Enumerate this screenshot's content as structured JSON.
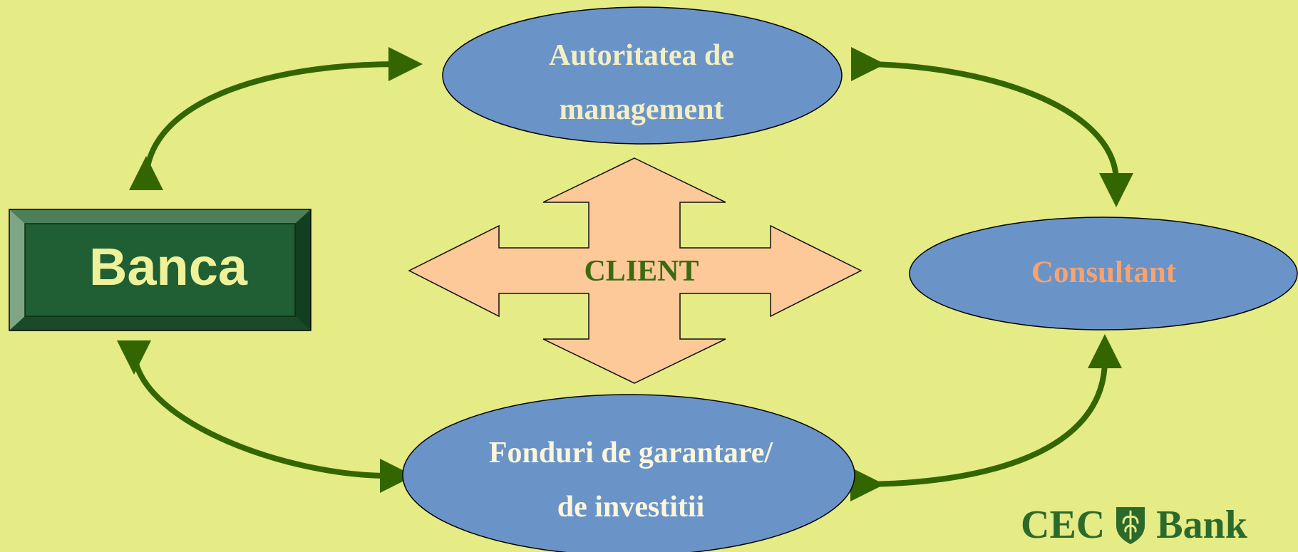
{
  "diagram": {
    "nodes": {
      "authority": {
        "lines": [
          "Autoritatea de",
          "management"
        ]
      },
      "consultant": {
        "label": "Consultant"
      },
      "funds": {
        "lines": [
          "Fonduri de garantare/",
          "de investitii"
        ]
      },
      "bank": {
        "label": "Banca"
      },
      "client": {
        "label": "CLIENT"
      }
    },
    "edges": [
      {
        "from": "bank",
        "to": "authority",
        "type": "bidirectional"
      },
      {
        "from": "authority",
        "to": "consultant",
        "type": "bidirectional"
      },
      {
        "from": "bank",
        "to": "funds",
        "type": "bidirectional"
      },
      {
        "from": "funds",
        "to": "consultant",
        "type": "bidirectional"
      }
    ],
    "colors": {
      "background": "#e5eb85",
      "ellipse_fill": "#6a94c8",
      "arrow": "#336600",
      "client_fill": "#fdc998",
      "bank_fill": "#205e34"
    }
  },
  "logo": {
    "left": "CEC",
    "right": "Bank",
    "icon": "shield-icon"
  }
}
